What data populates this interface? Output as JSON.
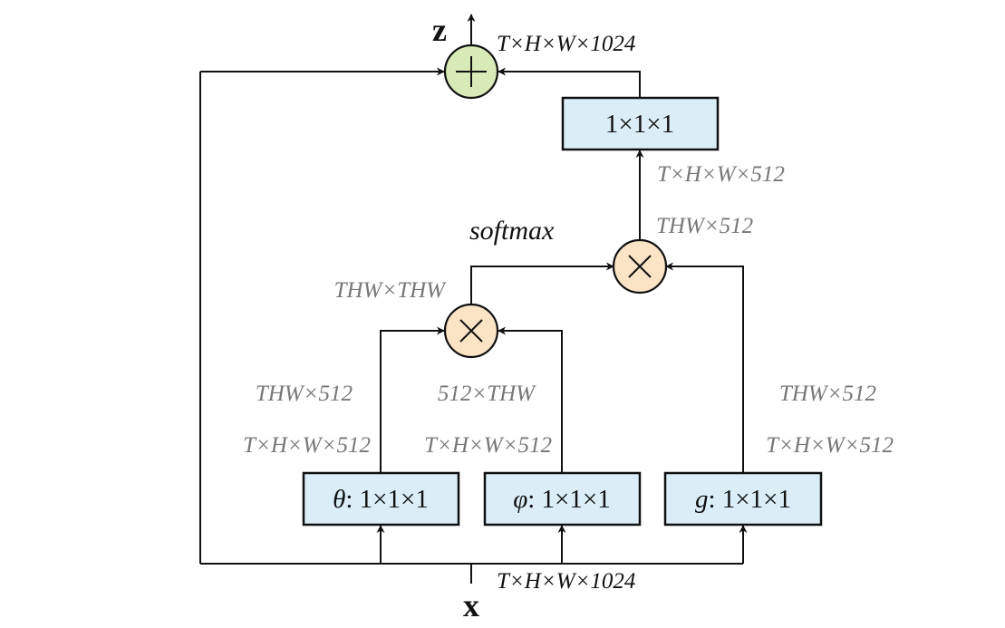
{
  "output_var": "z",
  "input_var": "x",
  "ops": {
    "softmax": "softmax"
  },
  "boxes": {
    "theta": {
      "symbol": "θ",
      "rest": ": 1×1×1"
    },
    "phi": {
      "symbol": "φ",
      "rest": ": 1×1×1"
    },
    "g": {
      "symbol": "g",
      "rest": ": 1×1×1"
    },
    "out": {
      "label": "1×1×1"
    }
  },
  "dims": {
    "sum_out": "T×H×W×1024",
    "input": "T×H×W×1024",
    "box_out": "T×H×W×512",
    "mul2_out": "THW×512",
    "mul1_out": "THW×THW",
    "theta_reshape": "THW×512",
    "theta_out": "T×H×W×512",
    "phi_reshape": "512×THW",
    "phi_out": "T×H×W×512",
    "g_reshape": "THW×512",
    "g_out": "T×H×W×512"
  }
}
